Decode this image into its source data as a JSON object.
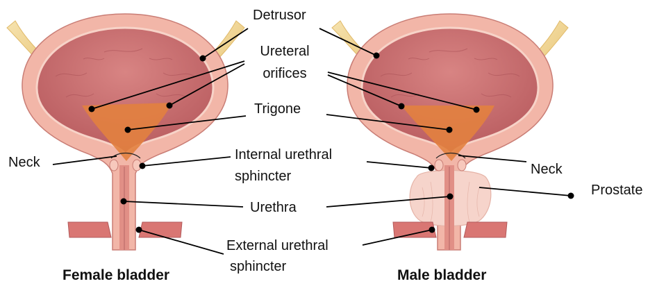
{
  "labels": {
    "detrusor": "Detrusor",
    "ureteral_orifices_line1": "Ureteral",
    "ureteral_orifices_line2": "orifices",
    "trigone": "Trigone",
    "neck_left": "Neck",
    "neck_right": "Neck",
    "internal_sphincter_line1": "Internal urethral",
    "internal_sphincter_line2": "sphincter",
    "urethra": "Urethra",
    "prostate": "Prostate",
    "external_sphincter_line1": "External urethral",
    "external_sphincter_line2": "sphincter"
  },
  "captions": {
    "female": "Female bladder",
    "male": "Male bladder"
  },
  "colors": {
    "outer_wall": "#f2b6a8",
    "wall_edge": "#c97d75",
    "inner_lumen": "#c66d6e",
    "trigone": "#e2813f",
    "ureter": "#f0d48e",
    "urethra": "#e8a79c",
    "pelvic_floor": "#d97673",
    "prostate": "#f6d4cb",
    "leader_line": "#000000"
  }
}
